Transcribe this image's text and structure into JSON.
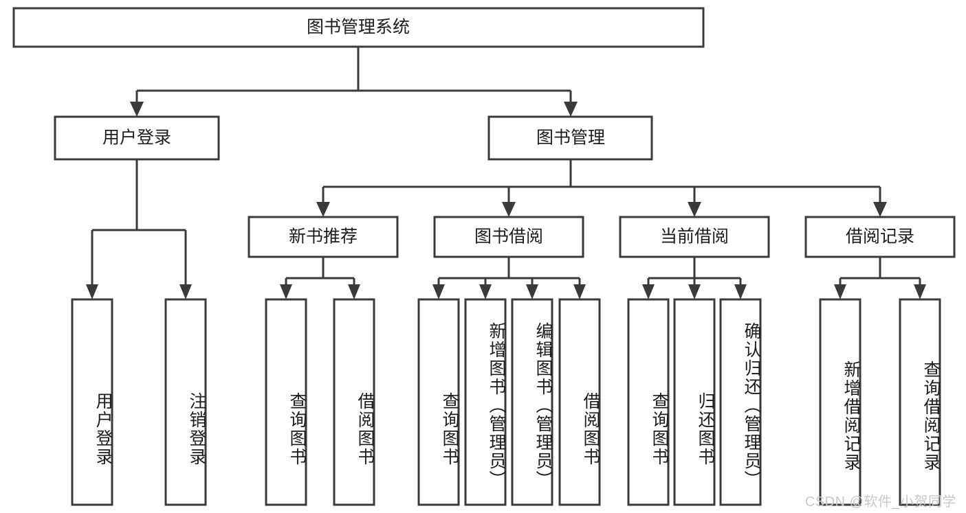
{
  "diagram": {
    "type": "tree",
    "title": "图书管理系统",
    "orientation": "top-down",
    "colors": {
      "stroke": "#3a3a3a",
      "fill": "#ffffff",
      "text": "#1c1c1c",
      "watermark": "#c8c8c8",
      "background": "#ffffff"
    },
    "root": {
      "label": "图书管理系统"
    },
    "level2": [
      {
        "label": "用户登录"
      },
      {
        "label": "图书管理"
      }
    ],
    "level3": [
      {
        "label": "新书推荐"
      },
      {
        "label": "图书借阅"
      },
      {
        "label": "当前借阅"
      },
      {
        "label": "借阅记录"
      }
    ],
    "leaves": {
      "user_login": [
        {
          "label": "用户登录"
        },
        {
          "label": "注销登录"
        }
      ],
      "new_book_recommend": [
        {
          "label": "查询图书"
        },
        {
          "label": "借阅图书"
        }
      ],
      "book_borrow": [
        {
          "label": "查询图书"
        },
        {
          "label": "新增图书（管理员）"
        },
        {
          "label": "编辑图书（管理员）"
        },
        {
          "label": "借阅图书"
        }
      ],
      "current_borrow": [
        {
          "label": "查询图书"
        },
        {
          "label": "归还图书"
        },
        {
          "label": "确认归还（管理员）"
        }
      ],
      "borrow_record": [
        {
          "label": "新增借阅记录"
        },
        {
          "label": "查询借阅记录"
        }
      ]
    }
  },
  "watermark": {
    "text": "CSDN @软件_小贺同学"
  }
}
